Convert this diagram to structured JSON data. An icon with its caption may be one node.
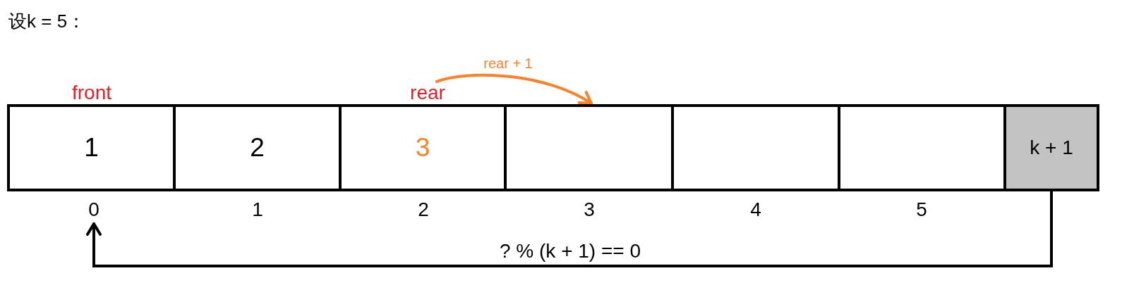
{
  "diagram": {
    "title": "设k = 5：",
    "nodes": [
      {
        "text": [
          "rear"
        ]
      },
      {
        "text": [
          "1"
        ]
      },
      {
        "text": [
          "2"
        ]
      },
      {
        "text": [
          "3"
        ]
      },
      {
        "text": [],
        "shape": "box"
      },
      {
        "text": [],
        "shape": "box"
      },
      {
        "text": [],
        "shape": "box"
      },
      {
        "text": [
          "k + 1"
        ]
      },
      {
        "text": [
          "0"
        ]
      }
    ],
    "edges": [
      {
        "from": 0,
        "to": 4,
        "arrow": "to",
        "label": "rear + 1",
        "color": "#ff7f27"
      },
      {
        "from": 7,
        "to": 8,
        "arrow": "to",
        "label": "? % (k + 1) == 0",
        "color": "#000000"
      }
    ],
    "labels": [
      "front",
      "1",
      "2",
      "3",
      "4",
      "5"
    ]
  }
}
